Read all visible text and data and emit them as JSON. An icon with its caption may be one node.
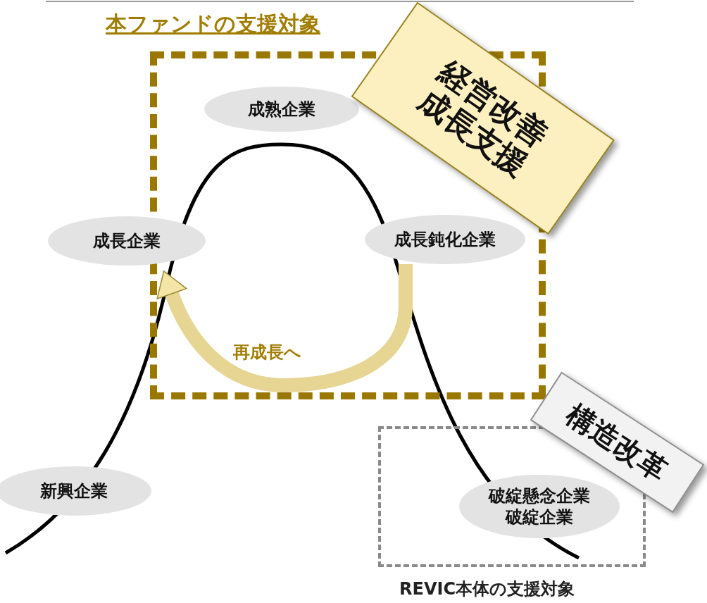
{
  "diagram": {
    "nodes": [
      {
        "text": [
          "本ファンドの支援対象"
        ]
      },
      {
        "text": [
          "成熟企業"
        ],
        "in": 0
      },
      {
        "text": [
          "成長企業"
        ]
      },
      {
        "text": [
          "成長鈍化企業"
        ],
        "in": 0
      },
      {
        "text": [
          "経営改善成長支援"
        ]
      },
      {
        "text": [
          "新興企業"
        ]
      },
      {
        "text": [
          "REVIC本体の支援対象"
        ]
      },
      {
        "text": [
          "破綻懸念企業",
          "破綻企業"
        ],
        "in": 6
      },
      {
        "text": [
          "構造改革"
        ]
      }
    ],
    "edges": [
      {
        "from": 3,
        "to": 2,
        "arrow": "to",
        "label": "再成長へ"
      }
    ]
  }
}
